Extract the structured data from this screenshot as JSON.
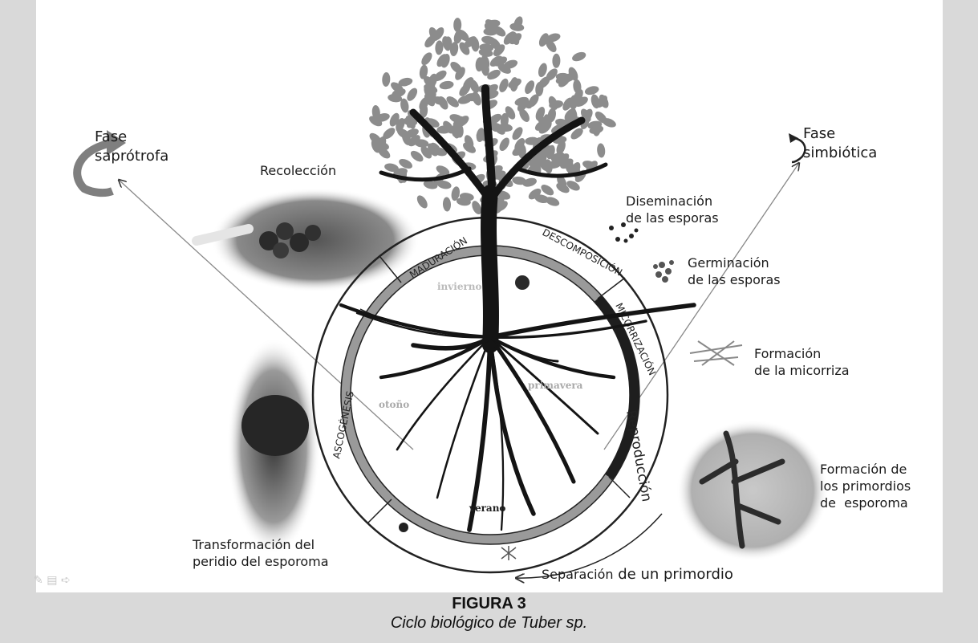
{
  "diagram": {
    "phases": {
      "saprotrophic": "Fase\nsaprótrofa",
      "symbiotic": "Fase\nsimbiótica"
    },
    "ring_sections": [
      "MADURACIÓN",
      "DESCOMPOSICIÓN",
      "MICORRIZACIÓN",
      "Reproducción",
      "ASCOGÉNESIS"
    ],
    "seasons": [
      "invierno",
      "primavera",
      "verano",
      "otoño"
    ],
    "stages": {
      "harvest": "Recolección",
      "spore_dissemination": "Diseminación\nde las esporas",
      "spore_germination": "Germinación\nde las esporas",
      "mycorrhiza_formation": "Formación\nde la micorriza",
      "primordia_formation": "Formación de\nlos primordios\nde  esporoma",
      "primordium_separation_a": "Separación",
      "primordium_separation_b": " de un primordio",
      "peridium_transformation": "Transformación del\nperidio del esporoma"
    }
  },
  "caption": {
    "title": "FIGURA 3",
    "subtitle": "Ciclo biológico de Tuber sp."
  },
  "colors": {
    "ring_gray": "#9a9a9a",
    "ring_dark": "#1e1e1e",
    "tree": "#141414",
    "leaves": "#8c8c8c",
    "arrow_gray": "#7f7f7f"
  }
}
